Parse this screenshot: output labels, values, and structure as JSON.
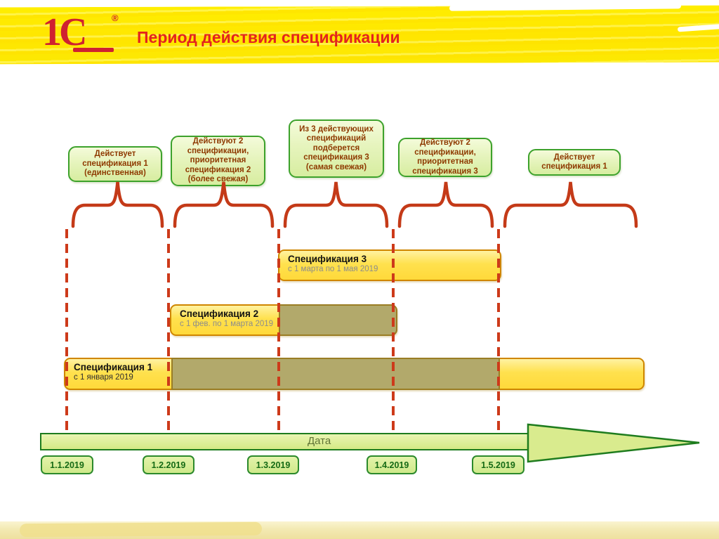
{
  "header": {
    "logo": "1С",
    "logo_mark": "®",
    "title": "Период действия спецификации"
  },
  "callouts": [
    {
      "label": "Действует\nспецификация 1\n(единственная)"
    },
    {
      "label": "Действуют 2\nспецификации,\nприоритетная\nспецификация 2\n(более свежая)"
    },
    {
      "label": "Из 3 действующих\nспецификаций\nподберется\nспецификация 3\n(самая свежая)"
    },
    {
      "label": "Действуют 2\nспецификации,\nприоритетная\nспецификация 3"
    },
    {
      "label": "Действует\nспецификация 1"
    }
  ],
  "bars": [
    {
      "title": "Спецификация 1",
      "period": "с 1 января 2019"
    },
    {
      "title": "Спецификация 2",
      "period": "с 1 фев. по 1 марта 2019"
    },
    {
      "title": "Спецификация 3",
      "period": "с 1 марта по 1 мая 2019"
    }
  ],
  "axis": {
    "label": "Дата",
    "dates": [
      "1.1.2019",
      "1.2.2019",
      "1.3.2019",
      "1.4.2019",
      "1.5.2019"
    ]
  },
  "colors": {
    "title_red": "#e3231f",
    "brace_red": "#c43a18",
    "callout_border_green": "#3da22c",
    "callout_text_brown": "#8e3a00",
    "bar_yellow": "#ffdf45",
    "bar_border_orange": "#cf8600",
    "overlap_olive": "#b2a96b",
    "axis_green_border": "#1e7c1e",
    "date_text_green": "#156a15",
    "highlight_yellow": "#ffe600"
  }
}
